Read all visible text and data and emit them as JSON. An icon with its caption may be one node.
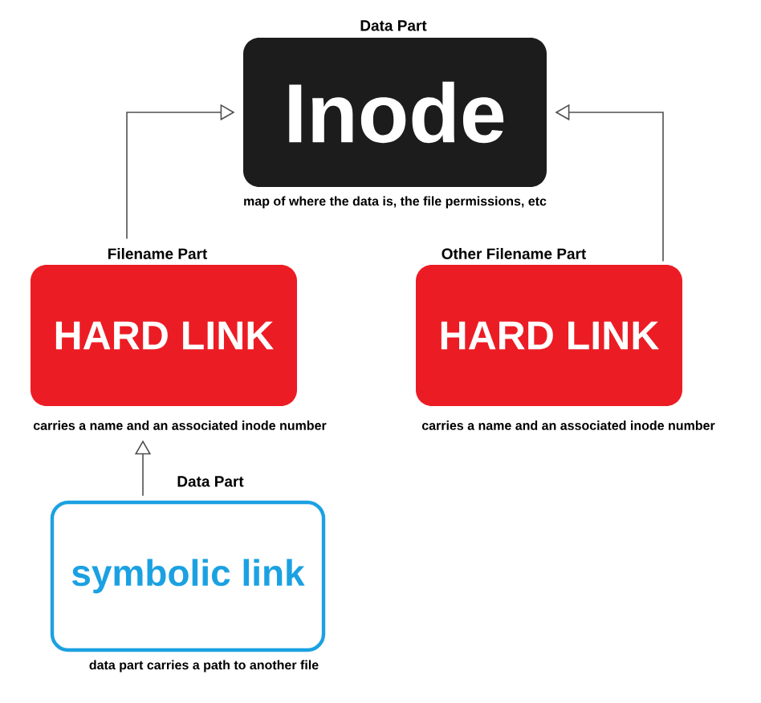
{
  "diagram": {
    "nodes": [
      {
        "text": [
          "Data Part",
          "Inode"
        ],
        "beside": [
          "map of where the data is, the file permissions, etc"
        ]
      },
      {
        "text": [
          "Filename Part",
          "HARD LINK"
        ],
        "beside": [
          "carries a name and an associated inode number"
        ]
      },
      {
        "text": [
          "Other Filename Part",
          "HARD LINK"
        ],
        "beside": [
          "carries a name and an associated inode number"
        ]
      },
      {
        "text": [
          "Data Part",
          "symbolic link"
        ],
        "beside": [
          "data part carries a path to another file"
        ]
      }
    ],
    "edges": [
      {
        "from": 1,
        "to": 0,
        "arrow": "to"
      },
      {
        "from": 2,
        "to": 0,
        "arrow": "to"
      },
      {
        "from": 3,
        "to": 1,
        "arrow": "to"
      }
    ]
  }
}
